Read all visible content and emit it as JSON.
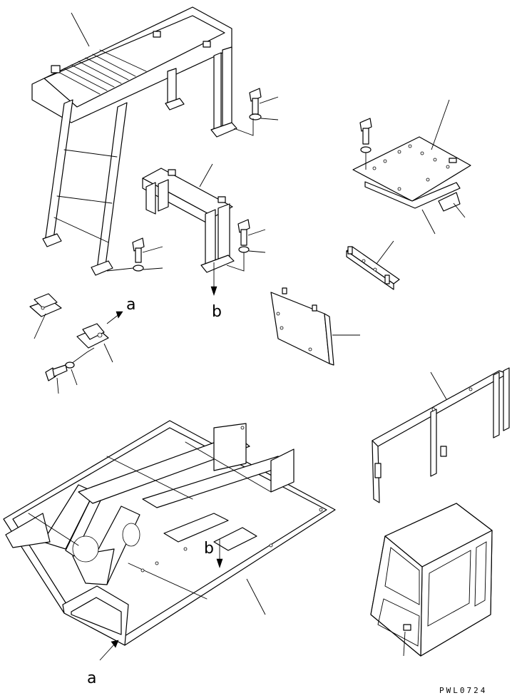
{
  "diagram": {
    "callouts": {
      "a_upper": "a",
      "b_upper": "b",
      "b_lower": "b",
      "a_lower": "a"
    },
    "drawing_code": "PWL0724"
  }
}
